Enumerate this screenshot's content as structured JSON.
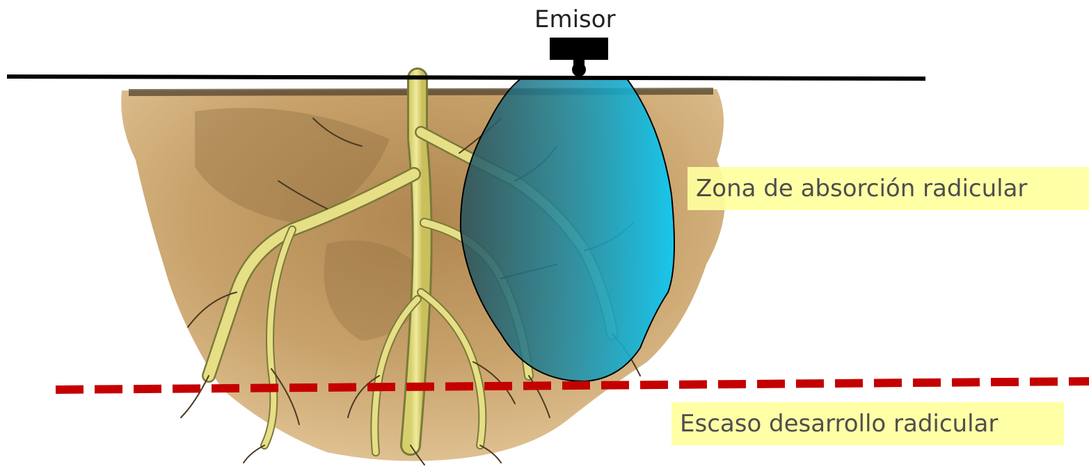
{
  "labels": {
    "emitter": "Emisor",
    "absorption_zone": "Zona de absorción radicular",
    "scarce_development": "Escaso desarrollo radicular"
  },
  "colors": {
    "soil": "#c8a26b",
    "soil_dark": "#8a6a3c",
    "root": "#e6df86",
    "root_outline": "#7a7a3a",
    "water_bulb_light": "#1c5f6c",
    "water_bulb_bright": "#12c4ef",
    "limit_line": "#c40000",
    "label_background": "#ffff9f",
    "emitter": "#000000"
  },
  "icons": {
    "emitter": "drip-emitter-icon"
  }
}
